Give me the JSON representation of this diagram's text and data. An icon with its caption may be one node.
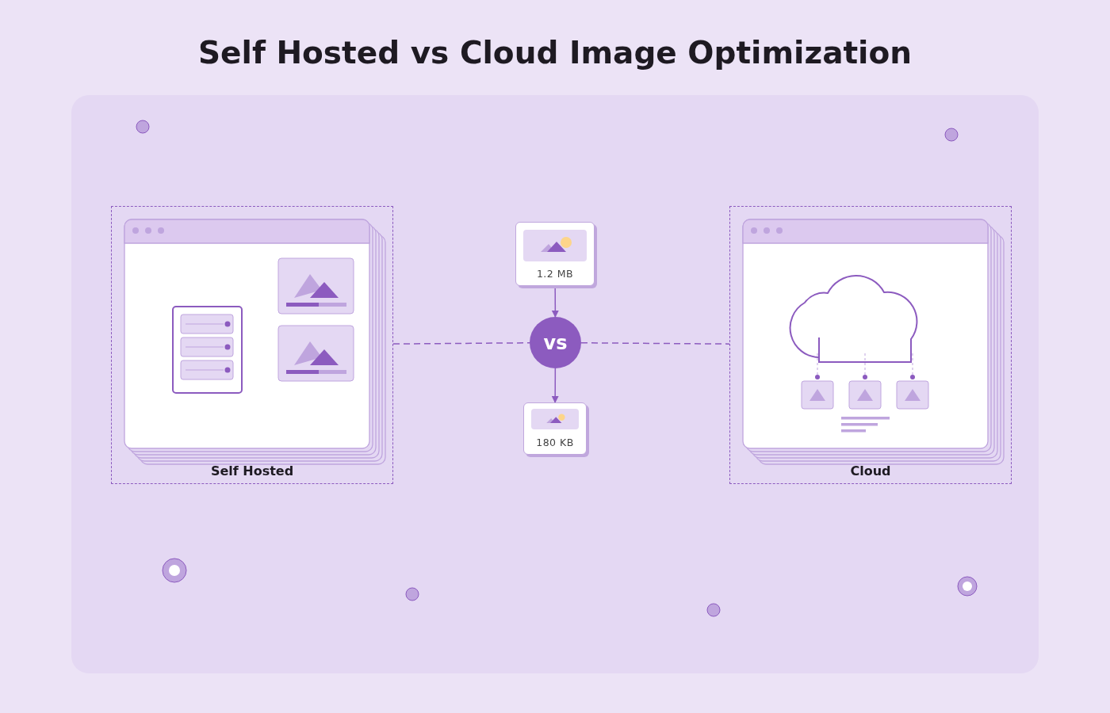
{
  "diagram": {
    "title": "Self Hosted vs Cloud Image Optimization",
    "nodes": [
      {
        "text": [
          "Self Hosted"
        ]
      },
      {
        "text": [
          "1.2 MB"
        ]
      },
      {
        "text": [
          "vs"
        ]
      },
      {
        "text": [
          "180 KB"
        ]
      },
      {
        "text": [
          "Cloud"
        ]
      }
    ],
    "edges": [
      {
        "from": 1,
        "to": 2,
        "arrow": "to"
      },
      {
        "from": 2,
        "to": 3,
        "arrow": "to"
      },
      {
        "from": 0,
        "to": 2,
        "arrow": "none",
        "style": "dashed"
      },
      {
        "from": 2,
        "to": 4,
        "arrow": "none",
        "style": "dashed"
      }
    ]
  }
}
